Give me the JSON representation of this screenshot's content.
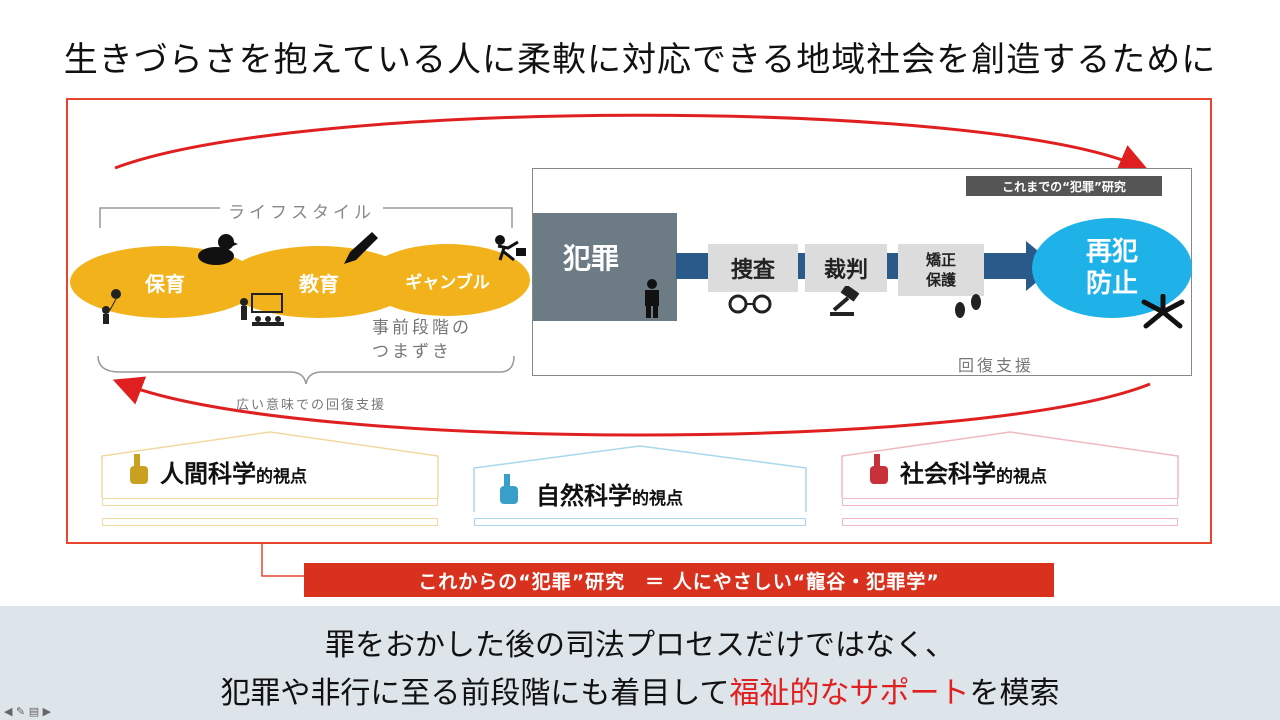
{
  "title": "生きづらさを抱えている人に柔軟に対応できる地域社会を創造するために",
  "lifestyle": {
    "label": "ライフスタイル",
    "items": [
      "保育",
      "教育",
      "ギャンブル"
    ],
    "stumble": [
      "事前段階の",
      "つまずき"
    ],
    "wide_support": "広い意味での回復支援"
  },
  "crime_panel": {
    "past_research": "これまでの“犯罪”研究",
    "crime": "犯罪",
    "stages": [
      "捜査",
      "裁判",
      "矯正",
      "保護"
    ],
    "recidivism": [
      "再犯",
      "防止"
    ],
    "recovery": "回復支援"
  },
  "perspectives": [
    {
      "main": "人間科学",
      "suffix": "的視点",
      "color": "#c9a020"
    },
    {
      "main": "自然科学",
      "suffix": "的視点",
      "color": "#3a9fc8"
    },
    {
      "main": "社会科学",
      "suffix": "的視点",
      "color": "#c8303a"
    }
  ],
  "banner": "これからの“犯罪”研究　＝ 人にやさしい“龍谷・犯罪学”",
  "bottom": {
    "line1": "罪をおかした後の司法プロセスだけではなく、",
    "line2_pre": "犯罪や非行に至る前段階にも着目して",
    "line2_hl": "福祉的なサポート",
    "line2_post": "を模索"
  },
  "colors": {
    "frame": "#e8452f",
    "lifestyle": "#f2b21b",
    "crime": "#6d7b85",
    "arrow": "#2a5a8a",
    "recid": "#1fb2e8",
    "banner": "#d8321f"
  }
}
